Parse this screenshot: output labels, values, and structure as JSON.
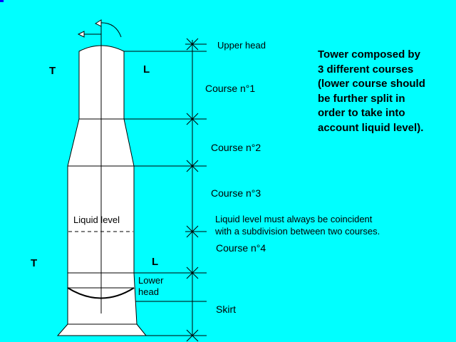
{
  "labels": {
    "upper_head": "Upper head",
    "course1": "Course n°1",
    "course2": "Course n°2",
    "course3": "Course n°3",
    "course4": "Course n°4",
    "skirt": "Skirt",
    "liquid_level": "Liquid level",
    "lower_head": "Lower\nhead",
    "t_top": "T",
    "l_top": "L",
    "t_bottom": "T",
    "l_bottom": "L"
  },
  "notes": {
    "tower": "Tower composed by\n 3 different courses\n(lower course should\nbe further split in\norder to take into\naccount liquid level).",
    "liquid": "Liquid level must always be coincident\nwith a subdivision between two courses."
  },
  "colors": {
    "background": "#00ffff",
    "tower_fill": "#ffffff",
    "line": "#000000",
    "corner_mark": "#0000ff"
  }
}
